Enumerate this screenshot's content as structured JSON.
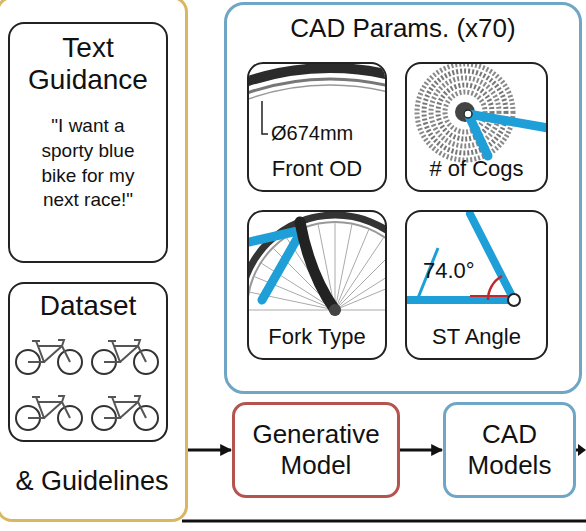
{
  "diagram": {
    "nodes": [
      {
        "text": [
          "& Guidelines"
        ]
      },
      {
        "text": [
          "Text Guidance",
          "\"I want a sporty blue bike for my next race!\""
        ],
        "in": 0
      },
      {
        "text": [
          "Dataset"
        ],
        "in": 0
      },
      {
        "text": [
          "CAD Params. (x70)"
        ]
      },
      {
        "text": [
          "Front OD"
        ],
        "in": 3
      },
      {
        "text": [
          "# of Cogs"
        ],
        "in": 3
      },
      {
        "text": [
          "Fork Type"
        ],
        "in": 3
      },
      {
        "text": [
          "ST Angle"
        ],
        "in": 3
      },
      {
        "text": [
          "Generative Model"
        ]
      },
      {
        "text": [
          "CAD Models"
        ]
      }
    ],
    "edges": [
      {
        "from": 0,
        "to": 8,
        "arrow": "to"
      },
      {
        "from": 8,
        "to": 9,
        "arrow": "to"
      }
    ],
    "labels": [
      "Ø674mm",
      "74.0°"
    ]
  }
}
